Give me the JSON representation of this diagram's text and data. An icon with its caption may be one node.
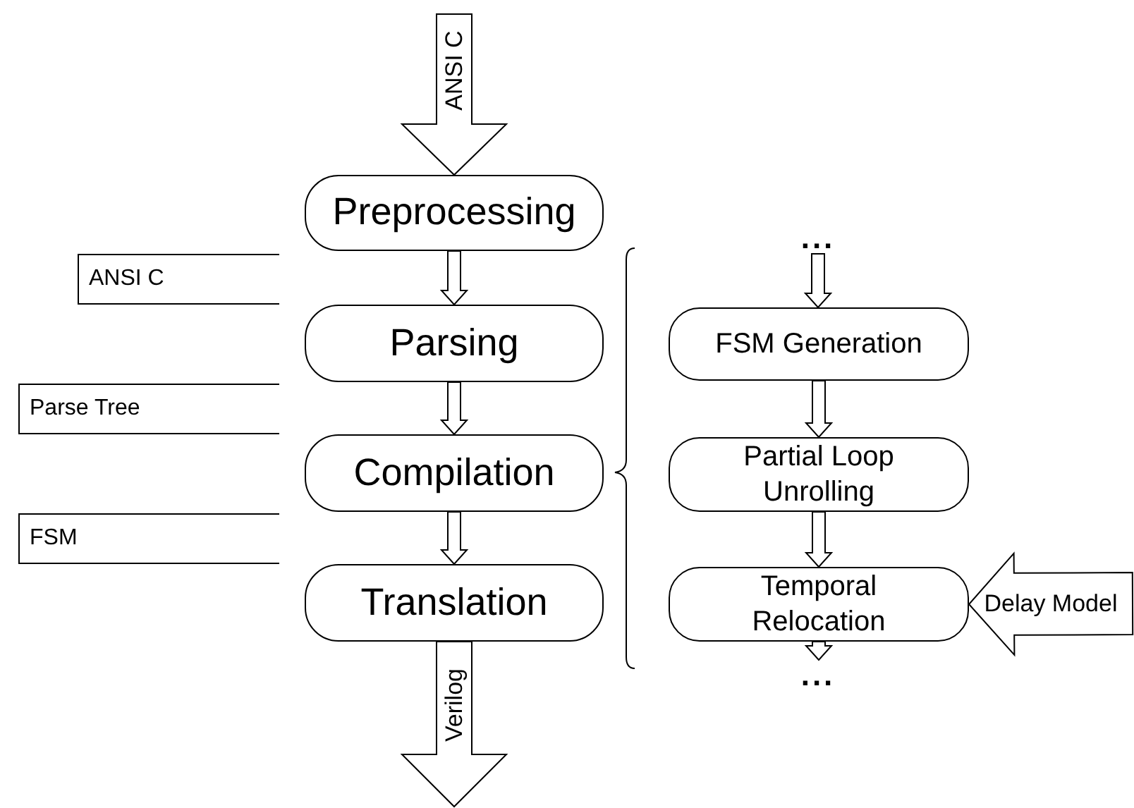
{
  "diagram": {
    "nodes": [
      {
        "text": [
          "Preprocessing"
        ]
      },
      {
        "text": [
          "Parsing"
        ]
      },
      {
        "text": [
          "Compilation"
        ]
      },
      {
        "text": [
          "Translation"
        ]
      },
      {
        "text": [
          "..."
        ]
      },
      {
        "text": [
          "FSM Generation"
        ]
      },
      {
        "text": [
          "Partial Loop Unrolling"
        ]
      },
      {
        "text": [
          "Temporal Relocation"
        ]
      },
      {
        "text": [
          "..."
        ]
      },
      {
        "text": [
          "ANSI C"
        ]
      },
      {
        "text": [
          "Parse Tree"
        ]
      },
      {
        "text": [
          "FSM"
        ]
      }
    ],
    "edges": [
      {
        "from": null,
        "to": 0,
        "arrow": "to",
        "label": "ANSI C"
      },
      {
        "from": 0,
        "to": 1,
        "arrow": "to"
      },
      {
        "from": 1,
        "to": 2,
        "arrow": "to"
      },
      {
        "from": 2,
        "to": 3,
        "arrow": "to"
      },
      {
        "from": 3,
        "to": null,
        "arrow": "to",
        "label": "Verilog"
      },
      {
        "from": 4,
        "to": 5,
        "arrow": "to"
      },
      {
        "from": 5,
        "to": 6,
        "arrow": "to"
      },
      {
        "from": 6,
        "to": 7,
        "arrow": "to"
      },
      {
        "from": 7,
        "to": 8,
        "arrow": "to"
      },
      {
        "from": null,
        "to": 7,
        "arrow": "to",
        "label": "Delay Model"
      }
    ]
  }
}
